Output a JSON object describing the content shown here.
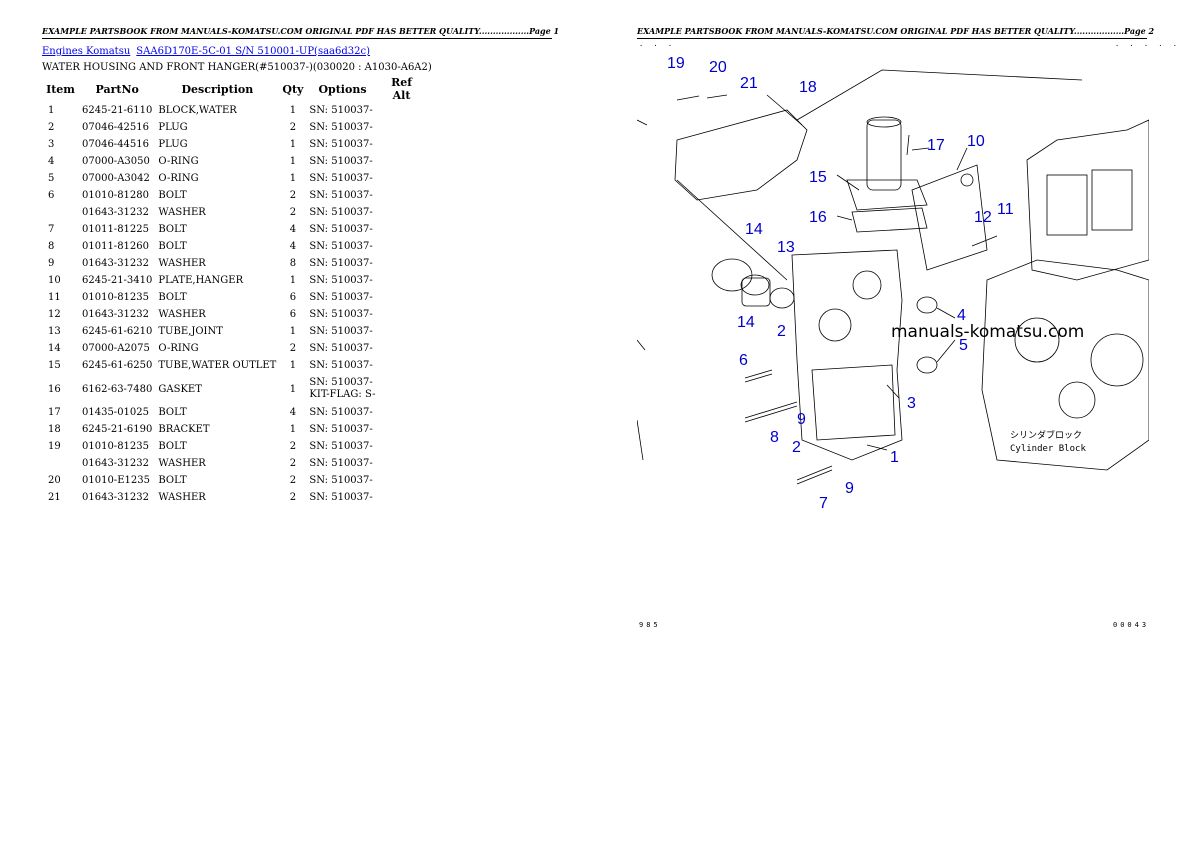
{
  "page1": {
    "header": "EXAMPLE PARTSBOOK FROM MANUALS-KOMATSU.COM ORIGINAL PDF HAS BETTER QUALITY..................Page 1",
    "breadcrumb": {
      "link1": "Engines Komatsu",
      "link2": "SAA6D170E-5C-01 S/N 510001-UP(saa6d32c)"
    },
    "title": "WATER HOUSING AND FRONT HANGER(#510037-)(030020 : A1030-A6A2)",
    "columns": [
      "Item",
      "PartNo",
      "Description",
      "Qty",
      "Options",
      "Ref Alt"
    ],
    "rows": [
      {
        "item": "1",
        "partno": "6245-21-6110",
        "desc": "BLOCK,WATER",
        "qty": "1",
        "opt": "SN: 510037-",
        "opt2": ""
      },
      {
        "item": "2",
        "partno": "07046-42516",
        "desc": "PLUG",
        "qty": "2",
        "opt": "SN: 510037-",
        "opt2": ""
      },
      {
        "item": "3",
        "partno": "07046-44516",
        "desc": "PLUG",
        "qty": "1",
        "opt": "SN: 510037-",
        "opt2": ""
      },
      {
        "item": "4",
        "partno": "07000-A3050",
        "desc": "O-RING",
        "qty": "1",
        "opt": "SN: 510037-",
        "opt2": ""
      },
      {
        "item": "5",
        "partno": "07000-A3042",
        "desc": "O-RING",
        "qty": "1",
        "opt": "SN: 510037-",
        "opt2": ""
      },
      {
        "item": "6",
        "partno": "01010-81280",
        "desc": "BOLT",
        "qty": "2",
        "opt": "SN: 510037-",
        "opt2": ""
      },
      {
        "item": "",
        "partno": "01643-31232",
        "desc": "WASHER",
        "qty": "2",
        "opt": "SN: 510037-",
        "opt2": ""
      },
      {
        "item": "7",
        "partno": "01011-81225",
        "desc": "BOLT",
        "qty": "4",
        "opt": "SN: 510037-",
        "opt2": ""
      },
      {
        "item": "8",
        "partno": "01011-81260",
        "desc": "BOLT",
        "qty": "4",
        "opt": "SN: 510037-",
        "opt2": ""
      },
      {
        "item": "9",
        "partno": "01643-31232",
        "desc": "WASHER",
        "qty": "8",
        "opt": "SN: 510037-",
        "opt2": ""
      },
      {
        "item": "10",
        "partno": "6245-21-3410",
        "desc": "PLATE,HANGER",
        "qty": "1",
        "opt": "SN: 510037-",
        "opt2": ""
      },
      {
        "item": "11",
        "partno": "01010-81235",
        "desc": "BOLT",
        "qty": "6",
        "opt": "SN: 510037-",
        "opt2": ""
      },
      {
        "item": "12",
        "partno": "01643-31232",
        "desc": "WASHER",
        "qty": "6",
        "opt": "SN: 510037-",
        "opt2": ""
      },
      {
        "item": "13",
        "partno": "6245-61-6210",
        "desc": "TUBE,JOINT",
        "qty": "1",
        "opt": "SN: 510037-",
        "opt2": ""
      },
      {
        "item": "14",
        "partno": "07000-A2075",
        "desc": "O-RING",
        "qty": "2",
        "opt": "SN: 510037-",
        "opt2": ""
      },
      {
        "item": "15",
        "partno": "6245-61-6250",
        "desc": "TUBE,WATER OUTLET",
        "qty": "1",
        "opt": "SN: 510037-",
        "opt2": ""
      },
      {
        "item": "16",
        "partno": "6162-63-7480",
        "desc": "GASKET",
        "qty": "1",
        "opt": "SN: 510037-",
        "opt2": "KIT-FLAG: S-"
      },
      {
        "item": "17",
        "partno": "01435-01025",
        "desc": "BOLT",
        "qty": "4",
        "opt": "SN: 510037-",
        "opt2": ""
      },
      {
        "item": "18",
        "partno": "6245-21-6190",
        "desc": "BRACKET",
        "qty": "1",
        "opt": "SN: 510037-",
        "opt2": ""
      },
      {
        "item": "19",
        "partno": "01010-81235",
        "desc": "BOLT",
        "qty": "2",
        "opt": "SN: 510037-",
        "opt2": ""
      },
      {
        "item": "",
        "partno": "01643-31232",
        "desc": "WASHER",
        "qty": "2",
        "opt": "SN: 510037-",
        "opt2": ""
      },
      {
        "item": "20",
        "partno": "01010-E1235",
        "desc": "BOLT",
        "qty": "2",
        "opt": "SN: 510037-",
        "opt2": ""
      },
      {
        "item": "21",
        "partno": "01643-31232",
        "desc": "WASHER",
        "qty": "2",
        "opt": "SN: 510037-",
        "opt2": ""
      }
    ]
  },
  "page2": {
    "header": "EXAMPLE PARTSBOOK FROM MANUALS-KOMATSU.COM ORIGINAL PDF HAS BETTER QUALITY..................Page 2",
    "watermark": "manuals-komatsu.com",
    "block_label_jp": "シリンダブロック",
    "block_label_en": "Cylinder Block",
    "footer_left": "985",
    "footer_right": "00043",
    "callouts": [
      "19",
      "20",
      "21",
      "18",
      "17",
      "10",
      "15",
      "16",
      "12",
      "11",
      "14",
      "13",
      "4",
      "14",
      "2",
      "5",
      "6",
      "3",
      "9",
      "8",
      "2",
      "1",
      "9",
      "7"
    ]
  }
}
